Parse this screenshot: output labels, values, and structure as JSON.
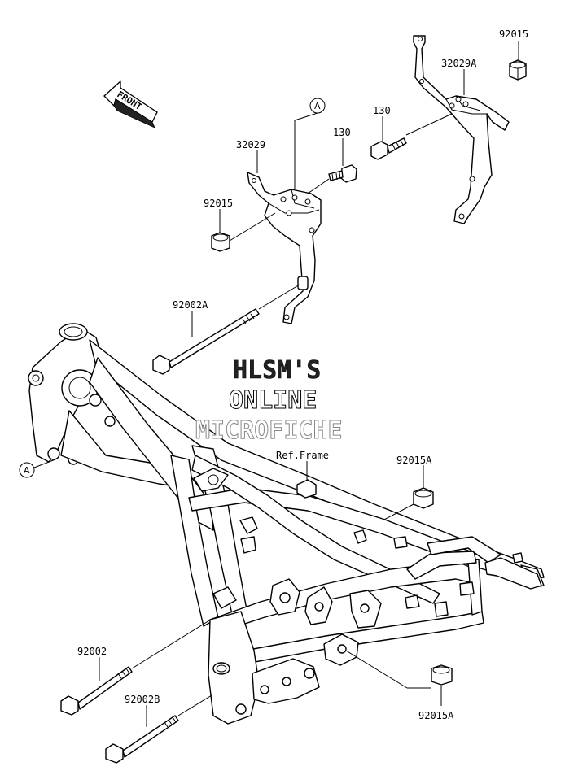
{
  "front_arrow": {
    "label": "FRONT"
  },
  "callouts": {
    "upper": "A",
    "lower": "A"
  },
  "watermark": {
    "line1": "HLSM'S",
    "line2": "ONLINE",
    "line3": "MICROFICHE"
  },
  "parts": {
    "p92015_top": "92015",
    "p32029A": "32029A",
    "p130_right": "130",
    "p32029": "32029",
    "p130_left": "130",
    "p92015_left": "92015",
    "p92002A": "92002A",
    "ref_frame": "Ref.Frame",
    "p92015A_upper": "92015A",
    "p92002": "92002",
    "p92002B": "92002B",
    "p92015A_lower": "92015A"
  }
}
